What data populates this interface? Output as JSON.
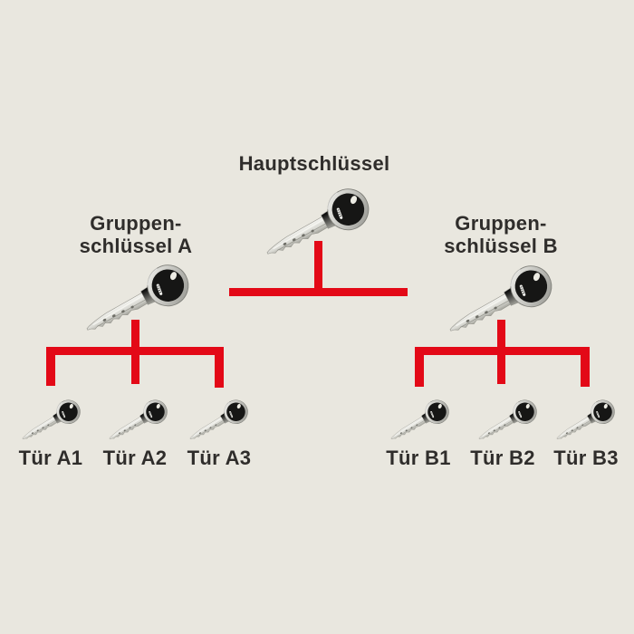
{
  "title": "Hauptschlüssel",
  "groups": [
    {
      "name": "A",
      "label_lines": [
        "Gruppen-",
        "schlüssel A"
      ],
      "doors": [
        "Tür A1",
        "Tür A2",
        "Tür A3"
      ]
    },
    {
      "name": "B",
      "label_lines": [
        "Gruppen-",
        "schlüssel B"
      ],
      "doors": [
        "Tür B1",
        "Tür B2",
        "Tür B3"
      ]
    }
  ],
  "icons": {
    "key": "key-icon"
  },
  "colors": {
    "background": "#e9e7df",
    "connector_red": "#e30917",
    "text": "#2f2d2b",
    "key_head_black": "#161615",
    "key_metal": "#b9b9b3"
  }
}
